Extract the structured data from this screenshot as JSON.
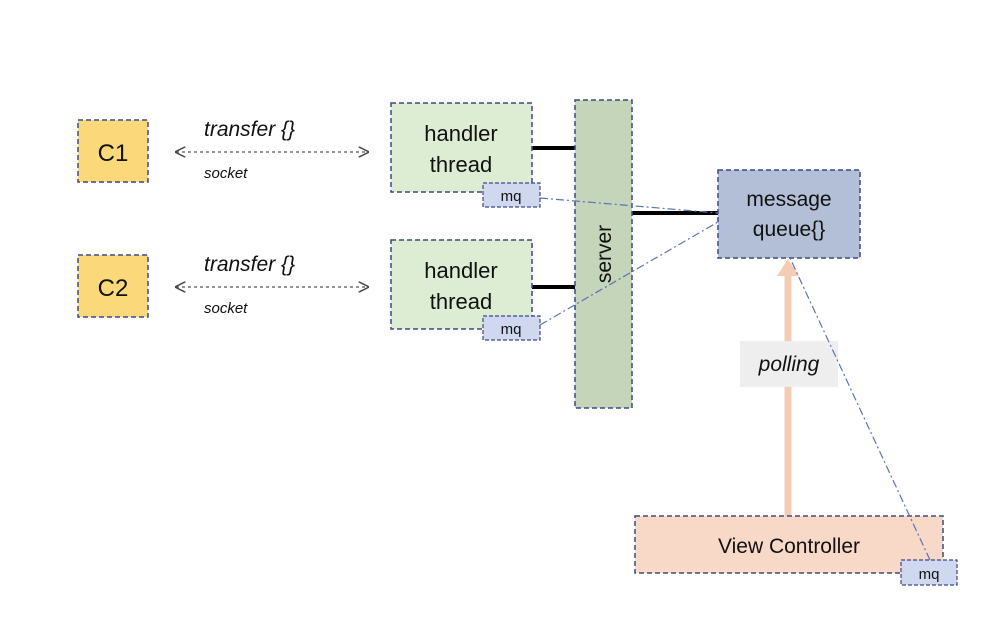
{
  "clients": [
    {
      "label": "C1",
      "link_label": "transfer {}",
      "link_sublabel": "socket"
    },
    {
      "label": "C2",
      "link_label": "transfer {}",
      "link_sublabel": "socket"
    }
  ],
  "handlers": [
    {
      "line1": "handler",
      "line2": "thread",
      "tag": "mq"
    },
    {
      "line1": "handler",
      "line2": "thread",
      "tag": "mq"
    }
  ],
  "server": {
    "label": "server"
  },
  "queue": {
    "line1": "message",
    "line2": "queue{}"
  },
  "polling": {
    "label": "polling"
  },
  "view_controller": {
    "label": "View Controller",
    "tag": "mq"
  },
  "colors": {
    "client_fill": "#fbd97a",
    "handler_fill": "#dcedd3",
    "server_fill": "#c5d5b9",
    "queue_fill": "#b3bfd6",
    "tag_fill": "#cfd8ef",
    "vc_fill": "#f8d8c6",
    "polling_arrow": "#f6cbb3",
    "polling_bg": "#eeeeee",
    "dashed_border": "#3a4a8a",
    "dash_dot_line": "#5a74b8"
  }
}
